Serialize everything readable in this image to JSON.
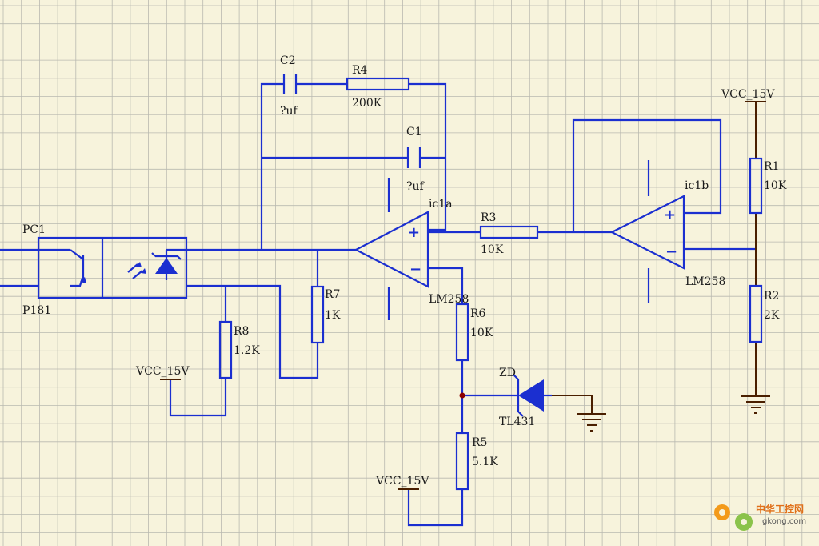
{
  "labels": {
    "pc1": "PC1",
    "p181": "P181",
    "c2": "C2",
    "c2_val": "?uf",
    "r4": "R4",
    "r4_val": "200K",
    "c1": "C1",
    "c1_val": "?uf",
    "ic1a": "ic1a",
    "r3": "R3",
    "r3_val": "10K",
    "ic1b": "ic1b",
    "lm258_a": "LM258",
    "lm258_b": "LM258",
    "vcc_r1": "VCC_15V",
    "r1": "R1",
    "r1_val": "10K",
    "r2": "R2",
    "r2_val": "2K",
    "r7": "R7",
    "r7_val": "1K",
    "r8": "R8",
    "r8_val": "1.2K",
    "vcc_r8": "VCC_15V",
    "r6": "R6",
    "r6_val": "10K",
    "zd": "ZD",
    "tl431": "TL431",
    "r5": "R5",
    "r5_val": "5.1K",
    "vcc_r5": "VCC_15V",
    "opamp_plus": "+",
    "opamp_minus": "−"
  },
  "watermark": {
    "text": "中华工控网",
    "url": "gkong.com"
  },
  "colors": {
    "background": "#f7f3dc",
    "grid": "#b9b9b0",
    "wire": "#1b2fd0",
    "power_wire": "#4a1f00",
    "junction": "#8b0000"
  }
}
